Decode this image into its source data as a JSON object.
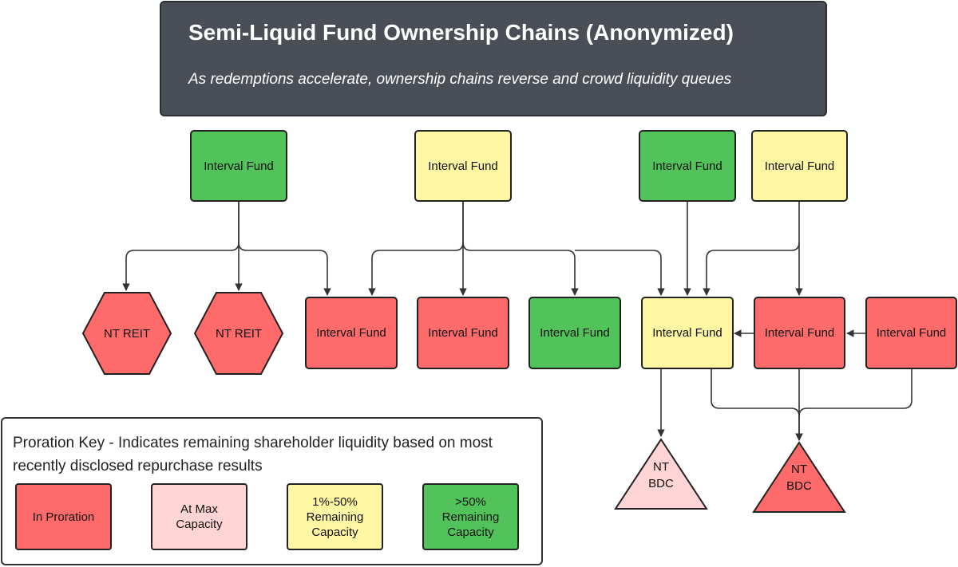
{
  "header": {
    "title": "Semi-Liquid Fund Ownership Chains (Anonymized)",
    "subtitle": "As redemptions accelerate, ownership chains reverse and crowd liquidity queues"
  },
  "colors": {
    "in_proration": "#ff6b6b",
    "at_max_capacity": "#ffd4d4",
    "partial_capacity": "#fff6a3",
    "high_capacity": "#52c35a",
    "header_bg": "#4a4f57"
  },
  "nodes": {
    "top_1": {
      "label": "Interval Fund",
      "status": "green"
    },
    "top_2": {
      "label": "Interval Fund",
      "status": "yellow"
    },
    "top_3": {
      "label": "Interval Fund",
      "status": "green"
    },
    "top_4": {
      "label": "Interval Fund",
      "status": "yellow"
    },
    "reit_1": {
      "label": "NT REIT",
      "status": "red"
    },
    "reit_2": {
      "label": "NT REIT",
      "status": "red"
    },
    "mid_1": {
      "label": "Interval Fund",
      "status": "red"
    },
    "mid_2": {
      "label": "Interval Fund",
      "status": "red"
    },
    "mid_3": {
      "label": "Interval Fund",
      "status": "green"
    },
    "mid_4": {
      "label": "Interval Fund",
      "status": "yellow"
    },
    "mid_5": {
      "label": "Interval Fund",
      "status": "red"
    },
    "mid_6": {
      "label": "Interval Fund",
      "status": "red"
    },
    "bdc_1": {
      "line1": "NT",
      "line2": "BDC",
      "status": "pink"
    },
    "bdc_2": {
      "line1": "NT",
      "line2": "BDC",
      "status": "red"
    }
  },
  "edges": [
    {
      "from": "top_1",
      "to": "reit_1"
    },
    {
      "from": "top_1",
      "to": "reit_2"
    },
    {
      "from": "top_1",
      "to": "mid_1"
    },
    {
      "from": "top_2",
      "to": "mid_1"
    },
    {
      "from": "top_2",
      "to": "mid_2"
    },
    {
      "from": "top_2",
      "to": "mid_3"
    },
    {
      "from": "top_2",
      "to": "mid_4"
    },
    {
      "from": "top_3",
      "to": "mid_4"
    },
    {
      "from": "top_4",
      "to": "mid_4"
    },
    {
      "from": "top_4",
      "to": "mid_5"
    },
    {
      "from": "mid_5",
      "to": "mid_4"
    },
    {
      "from": "mid_6",
      "to": "mid_5"
    },
    {
      "from": "mid_4",
      "to": "bdc_1"
    },
    {
      "from": "mid_4",
      "to": "bdc_2"
    },
    {
      "from": "mid_5",
      "to": "bdc_2"
    },
    {
      "from": "mid_6",
      "to": "bdc_2"
    }
  ],
  "legend": {
    "title": "Proration Key - Indicates remaining shareholder liquidity based on most recently disclosed repurchase results",
    "items": [
      {
        "label": "In Proration",
        "status": "red"
      },
      {
        "label": "At Max Capacity",
        "status": "pink"
      },
      {
        "label": "1%-50% Remaining Capacity",
        "status": "yellow"
      },
      {
        "label": ">50% Remaining Capacity",
        "status": "green"
      }
    ]
  }
}
